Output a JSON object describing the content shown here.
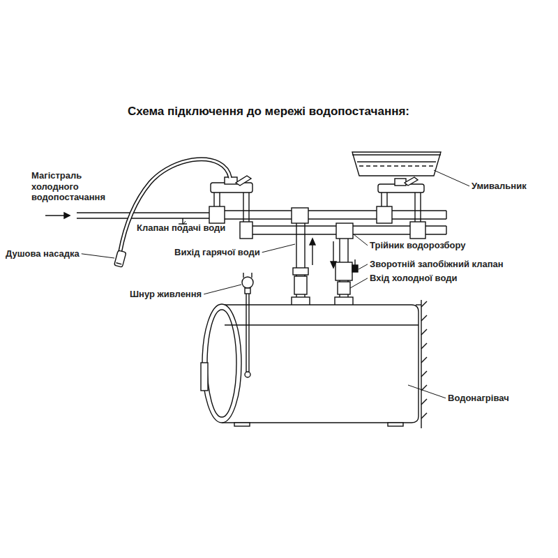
{
  "diagram": {
    "title": "Схема підключення до мережі водопостачання:",
    "labels": [
      "Магістраль холодного водопостачання",
      "Душова насадка",
      "Клапан подачі води",
      "Вихід гарячої води",
      "Шнур живлення",
      "Умивальник",
      "Трійник водорозбору",
      "Зворотній запобіжний клапан",
      "Вхід холодної води",
      "Водонагрівач"
    ]
  }
}
